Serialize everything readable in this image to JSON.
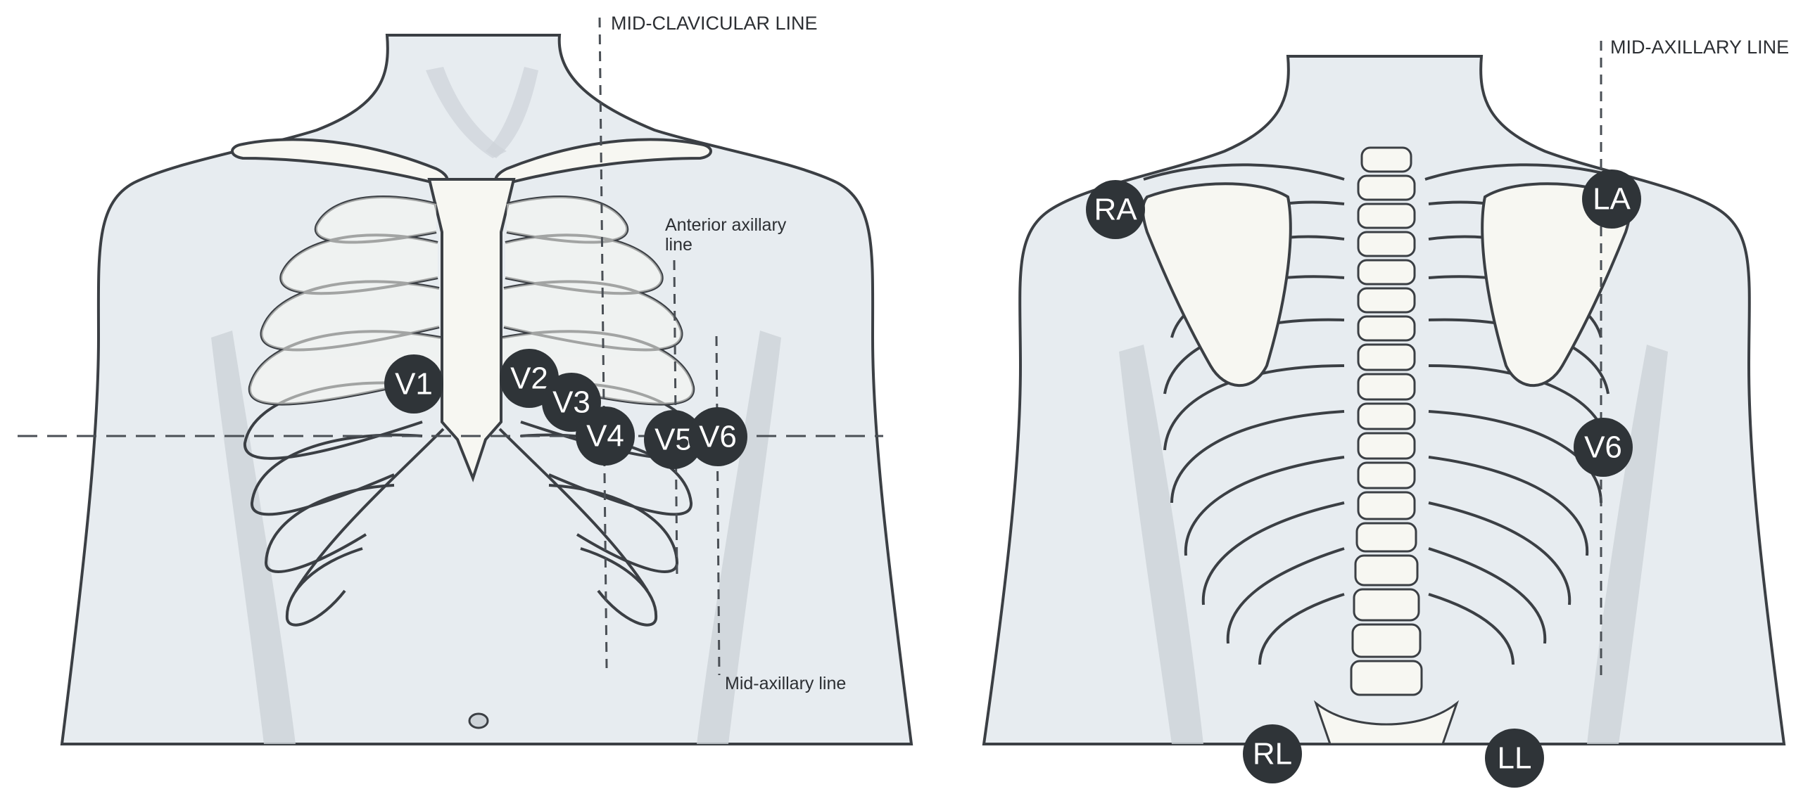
{
  "front_view": {
    "annotations": {
      "mid_clavicular": "MID-CLAVICULAR LINE",
      "anterior_axillary_1": "Anterior axillary",
      "anterior_axillary_2": "line",
      "mid_axillary": "Mid-axillary line"
    },
    "leads": {
      "v1": "V1",
      "v2": "V2",
      "v3": "V3",
      "v4": "V4",
      "v5": "V5",
      "v6": "V6"
    }
  },
  "back_view": {
    "annotations": {
      "mid_axillary": "MID-AXILLARY LINE"
    },
    "leads": {
      "ra": "RA",
      "la": "LA",
      "v6": "V6",
      "rl": "RL",
      "ll": "LL"
    }
  },
  "colors": {
    "skin": "#e7ecf0",
    "skin_shadow": "#cdd3d8",
    "bone": "#f7f7f2",
    "outline": "#3b3f44",
    "electrode": "#2f3438",
    "electrode_text": "#ffffff",
    "guide_line": "#4a4f55"
  }
}
